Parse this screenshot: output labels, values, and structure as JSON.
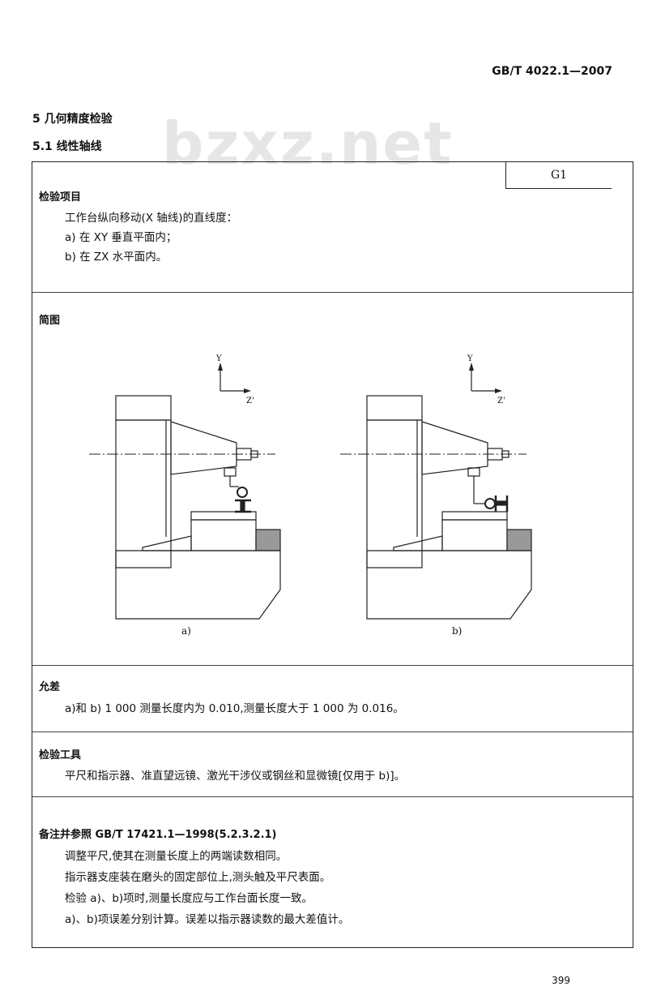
{
  "header": {
    "standard_number": "GB/T 4022.1—2007"
  },
  "watermark": "bzxz.net",
  "headings": {
    "section": "5  几何精度检验",
    "subsection": "5.1  线性轴线"
  },
  "code": "G1",
  "inspection_item": {
    "title": "检验项目",
    "lines": [
      "工作台纵向移动(X 轴线)的直线度：",
      "a)  在 XY 垂直平面内；",
      "b)  在 ZX 水平面内。"
    ]
  },
  "diagram": {
    "title": "简图",
    "fig_a": {
      "caption": "a)",
      "axis_y": "Y",
      "axis_z": "Z'"
    },
    "fig_b": {
      "caption": "b)",
      "axis_y": "Y",
      "axis_z": "Z'"
    }
  },
  "tolerance": {
    "title": "允差",
    "text": "a)和 b)   1 000 测量长度内为 0.010,测量长度大于 1 000 为 0.016。"
  },
  "tools": {
    "title": "检验工具",
    "text": "平尺和指示器、准直望远镜、激光干涉仪或钢丝和显微镜[仅用于 b)]。"
  },
  "notes": {
    "title": "备注并参照 GB/T 17421.1—1998(5.2.3.2.1)",
    "lines": [
      "调整平尺,使其在测量长度上的两端读数相同。",
      "指示器支座装在磨头的固定部位上,测头触及平尺表面。",
      "检验 a)、b)项时,测量长度应与工作台面长度一致。",
      "a)、b)项误差分别计算。误差以指示器读数的最大差值计。"
    ]
  },
  "page_number": "399"
}
